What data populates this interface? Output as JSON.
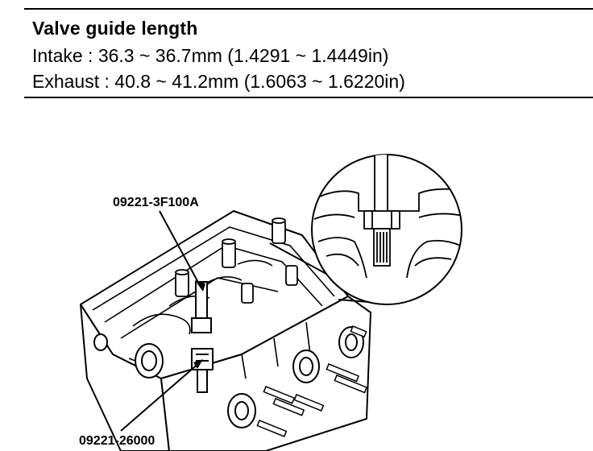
{
  "spec": {
    "title": "Valve guide length",
    "intake": "Intake : 36.3 ~ 36.7mm (1.4291 ~ 1.4449in)",
    "exhaust": "Exhaust : 40.8 ~ 41.2mm (1.6063 ~ 1.6220in)"
  },
  "callouts": {
    "upper_tool": "09221-3F100A",
    "lower_tool": "09221-26000"
  },
  "icons": {
    "main": "cylinder-head-illustration",
    "detail": "valve-guide-detail-magnifier"
  }
}
